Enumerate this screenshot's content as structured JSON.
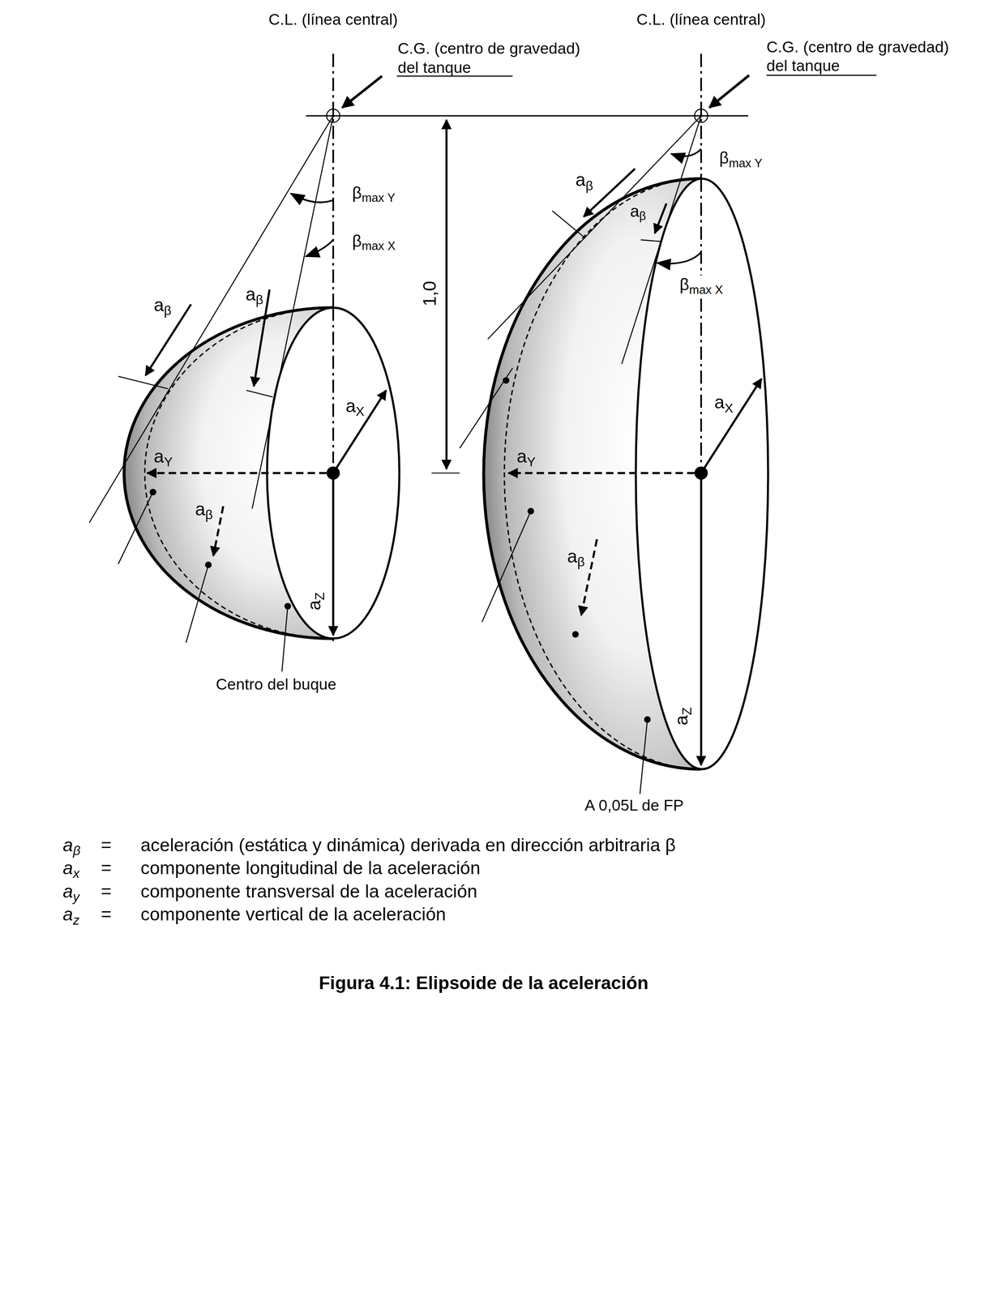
{
  "diagram": {
    "caption": "Figura 4.1: Elipsoide de la aceleración",
    "labels": [
      "C.L. (línea central)",
      "C.L. (línea central)",
      "C.G. (centro de gravedad)",
      "del tanque",
      "C.G. (centro de gravedad)",
      "del tanque",
      "βmax Y",
      "βmax X",
      "βmax Y",
      "aβ",
      "aβ",
      "βmax X",
      "1,0",
      "aβ",
      "aβ",
      "aX",
      "aX",
      "aY",
      "aY",
      "aβ",
      "aβ",
      "aZ",
      "aZ",
      "Centro del buque",
      "A 0,05L de FP",
      "aβ",
      "=",
      "aceleración (estática y dinámica) derivada en dirección arbitraria β",
      "ax",
      "=",
      "componente longitudinal de la aceleración",
      "ay",
      "=",
      "componente transversal de la aceleración",
      "az",
      "=",
      "componente vertical de la aceleración"
    ]
  }
}
